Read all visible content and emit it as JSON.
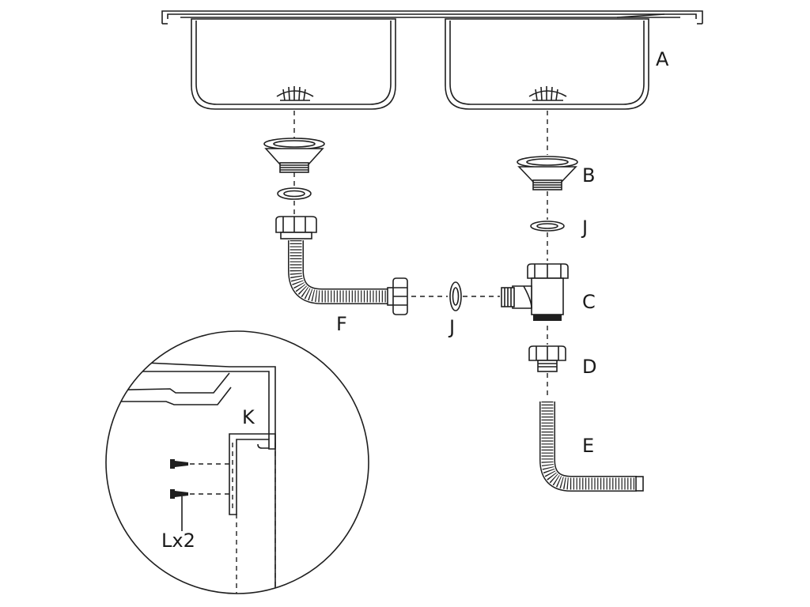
{
  "labels": {
    "sink": "A",
    "strainer": "B",
    "washer_right": "J",
    "tee": "C",
    "nut_adapter": "D",
    "outlet_hose": "E",
    "connector_hose": "F",
    "washer_middle": "J",
    "clip": "K",
    "screws": "Lx2"
  },
  "icons": {
    "sink": "double-bowl-sink-icon",
    "strainer": "drain-strainer-icon",
    "washer": "sealing-washer-icon",
    "tee": "tee-connector-icon",
    "hose": "corrugated-hose-icon",
    "screw": "screw-icon",
    "clip": "mounting-clip-icon"
  },
  "colors": {
    "line": "#1f1f1f",
    "background": "#ffffff"
  }
}
